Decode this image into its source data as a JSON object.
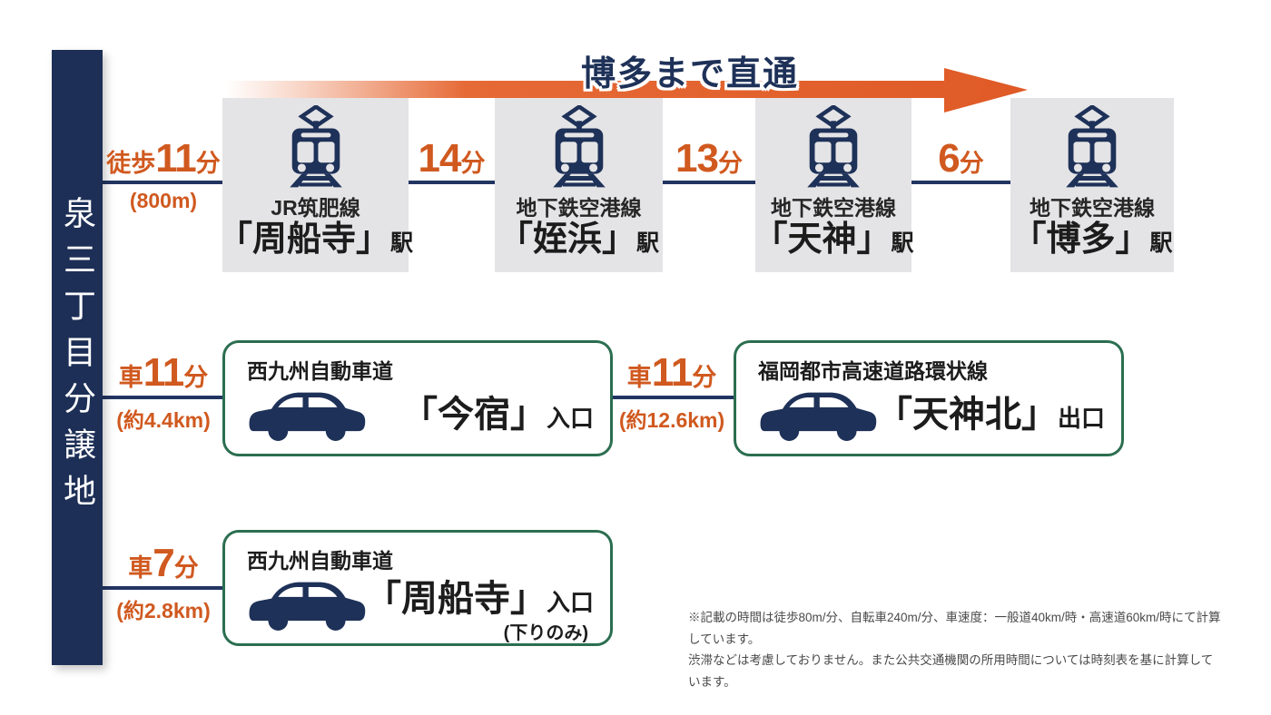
{
  "site": {
    "name": "泉三丁目分譲地"
  },
  "train_route": {
    "direct_banner": "博多まで直通",
    "walk": {
      "mode": "徒歩",
      "time": "11",
      "unit": "分",
      "distance": "(800m)"
    },
    "stations": [
      {
        "line": "JR筑肥線",
        "name": "「周船寺」",
        "suffix": "駅"
      },
      {
        "line": "地下鉄空港線",
        "name": "「姪浜」",
        "suffix": "駅"
      },
      {
        "line": "地下鉄空港線",
        "name": "「天神」",
        "suffix": "駅"
      },
      {
        "line": "地下鉄空港線",
        "name": "「博多」",
        "suffix": "駅"
      }
    ],
    "segments": [
      {
        "time": "14",
        "unit": "分"
      },
      {
        "time": "13",
        "unit": "分"
      },
      {
        "time": "6",
        "unit": "分"
      }
    ]
  },
  "car_routes": [
    {
      "mode": "車",
      "time": "11",
      "unit": "分",
      "distance": "(約4.4km)",
      "road": "西九州自動車道",
      "name": "「今宿」",
      "suffix": "入口",
      "note": ""
    },
    {
      "mode": "車",
      "time": "11",
      "unit": "分",
      "distance": "(約12.6km)",
      "road": "福岡都市高速道路環状線",
      "name": "「天神北」",
      "suffix": "出口",
      "note": ""
    },
    {
      "mode": "車",
      "time": "7",
      "unit": "分",
      "distance": "(約2.8km)",
      "road": "西九州自動車道",
      "name": "「周船寺」",
      "suffix": "入口",
      "note": "(下りのみ)"
    }
  ],
  "footnote": {
    "line1": "※記載の時間は徒歩80m/分、自転車240m/分、車速度：一般道40km/時・高速道60km/時にて計算しています。",
    "line2": "渋滞などは考慮しておりません。また公共交通機関の所用時間については時刻表を基に計算しています。"
  },
  "colors": {
    "navy": "#1e3158",
    "orange_text": "#d0591f",
    "arrow_orange": "#e2602c",
    "station_gray": "#e4e4e6",
    "box_border_green": "#2b6e50",
    "footnote_gray": "#4a4a4a"
  }
}
